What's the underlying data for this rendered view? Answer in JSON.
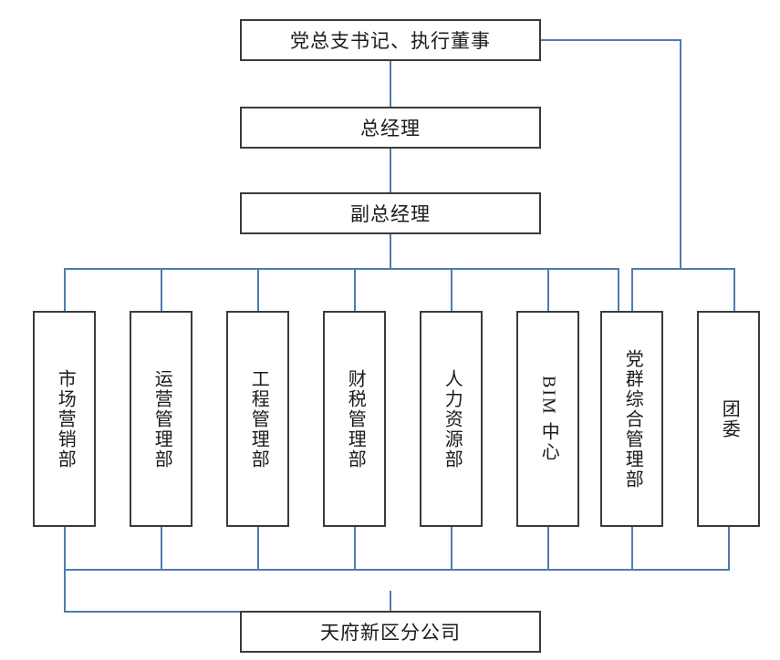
{
  "chart_data": {
    "type": "diagram",
    "title": "",
    "diagram_kind": "organization-chart",
    "orientation": "top-down",
    "line_color": "#4F7CAC",
    "box_border_color": "#3A3A3A",
    "background": "#FFFFFF",
    "nodes": [
      {
        "id": "party-secretary",
        "label": "党总支书记、执行董事",
        "level": 0,
        "orientation": "horizontal"
      },
      {
        "id": "general-manager",
        "label": "总经理",
        "level": 1,
        "orientation": "horizontal"
      },
      {
        "id": "deputy-general-manager",
        "label": "副总经理",
        "level": 2,
        "orientation": "horizontal"
      },
      {
        "id": "dept-marketing",
        "label": "市场营销部",
        "level": 3,
        "orientation": "vertical"
      },
      {
        "id": "dept-operations",
        "label": "运营管理部",
        "level": 3,
        "orientation": "vertical"
      },
      {
        "id": "dept-engineering",
        "label": "工程管理部",
        "level": 3,
        "orientation": "vertical"
      },
      {
        "id": "dept-finance-tax",
        "label": "财税管理部",
        "level": 3,
        "orientation": "vertical"
      },
      {
        "id": "dept-human-resources",
        "label": "人力资源部",
        "level": 3,
        "orientation": "vertical"
      },
      {
        "id": "dept-bim-center",
        "label": "BIM 中心",
        "level": 3,
        "orientation": "vertical"
      },
      {
        "id": "dept-party-mass-admin",
        "label": "党群综合管理部",
        "level": 3,
        "orientation": "vertical"
      },
      {
        "id": "dept-youth-league",
        "label": "团委",
        "level": 3,
        "orientation": "vertical"
      },
      {
        "id": "branch-tianfu",
        "label": "天府新区分公司",
        "level": 4,
        "orientation": "horizontal"
      }
    ],
    "edges": [
      {
        "from": "party-secretary",
        "to": "general-manager"
      },
      {
        "from": "general-manager",
        "to": "deputy-general-manager"
      },
      {
        "from": "deputy-general-manager",
        "to": "dept-marketing"
      },
      {
        "from": "deputy-general-manager",
        "to": "dept-operations"
      },
      {
        "from": "deputy-general-manager",
        "to": "dept-engineering"
      },
      {
        "from": "deputy-general-manager",
        "to": "dept-finance-tax"
      },
      {
        "from": "deputy-general-manager",
        "to": "dept-human-resources"
      },
      {
        "from": "deputy-general-manager",
        "to": "dept-bim-center"
      },
      {
        "from": "deputy-general-manager",
        "to": "dept-party-mass-admin"
      },
      {
        "from": "party-secretary",
        "to": "dept-party-mass-admin"
      },
      {
        "from": "party-secretary",
        "to": "dept-youth-league"
      },
      {
        "from": "dept-marketing",
        "to": "branch-tianfu"
      },
      {
        "from": "dept-operations",
        "to": "branch-tianfu"
      },
      {
        "from": "dept-engineering",
        "to": "branch-tianfu"
      },
      {
        "from": "dept-finance-tax",
        "to": "branch-tianfu"
      },
      {
        "from": "dept-human-resources",
        "to": "branch-tianfu"
      },
      {
        "from": "dept-bim-center",
        "to": "branch-tianfu"
      },
      {
        "from": "dept-party-mass-admin",
        "to": "branch-tianfu"
      },
      {
        "from": "dept-youth-league",
        "to": "branch-tianfu"
      }
    ]
  },
  "org": {
    "executive": {
      "party_secretary": "党总支书记、执行董事",
      "general_manager": "总经理",
      "deputy_general_manager": "副总经理"
    },
    "departments": [
      {
        "label": "市场营销部"
      },
      {
        "label": "运营管理部"
      },
      {
        "label": "工程管理部"
      },
      {
        "label": "财税管理部"
      },
      {
        "label": "人力资源部"
      },
      {
        "label": "BIM 中心"
      },
      {
        "label": "党群综合管理部"
      },
      {
        "label": "团委"
      }
    ],
    "branch": {
      "label": "天府新区分公司"
    }
  }
}
